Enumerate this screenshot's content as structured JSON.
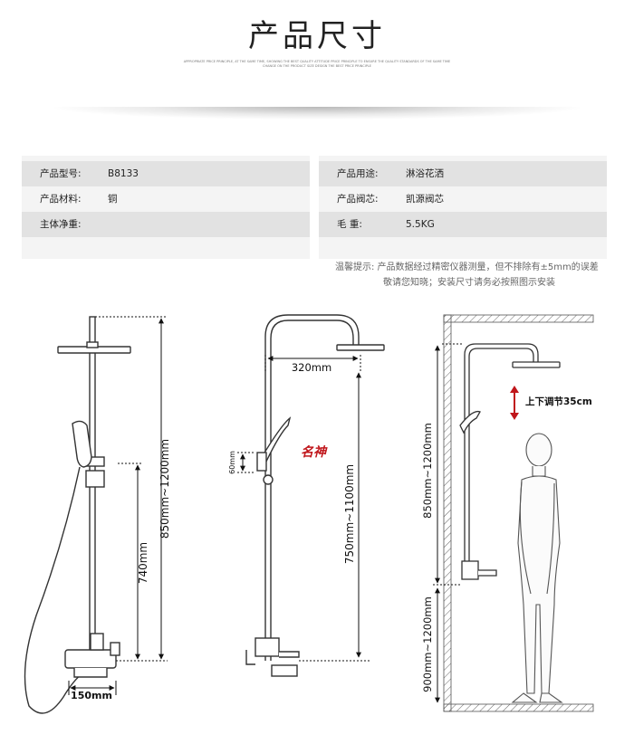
{
  "header": {
    "title": "产品尺寸",
    "fineprint": "APPROPRIATE PRICE PRINCIPLE, AT THE SAME TIME, SHOWING THE BEST QUALITY ATTITUDE PRICE PRINCIPLE TO ENSURE THE QUALITY STANDARDS OF THE SAME TIME CHANGE ON THE PRODUCT SIZE DESIGN THE BEST PRICE PRINCIPLE"
  },
  "specs": {
    "left": [
      {
        "key": "产品型号:",
        "value": "B8133"
      },
      {
        "key": "产品材料:",
        "value": "铜"
      },
      {
        "key": "主体净重:",
        "value": ""
      }
    ],
    "right": [
      {
        "key": "产品用途:",
        "value": "淋浴花洒"
      },
      {
        "key": "产品阀芯:",
        "value": "凯源阀芯"
      },
      {
        "key": "毛   重:",
        "value": "5.5KG"
      }
    ]
  },
  "tip": {
    "line1": "温馨提示: 产品数据经过精密仪器测量，但不排除有±5mm的误差",
    "line2": "敬请您知晓；安装尺寸请务必按照图示安装"
  },
  "diagram": {
    "fig1": {
      "height_range": "850mm~1200mm",
      "mid_height": "740mm",
      "width": "150mm"
    },
    "fig2": {
      "arm": "320mm",
      "height_range": "750mm~1100mm",
      "clip": "60mm",
      "logo": "名神"
    },
    "fig3": {
      "adjust_note": "上下调节35cm",
      "upper_range": "850mm~1200mm",
      "lower_range": "900mm~1200mm"
    }
  }
}
